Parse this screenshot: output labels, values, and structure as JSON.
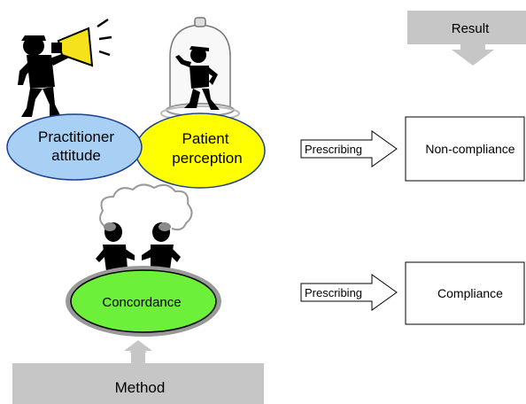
{
  "labels": {
    "result": "Result",
    "method": "Method",
    "practitioner_line1": "Practitioner",
    "practitioner_line2": "attitude",
    "patient_line1": "Patient",
    "patient_line2": "perception",
    "concordance": "Concordance",
    "prescribing_top": "Prescribing",
    "prescribing_bottom": "Prescribing",
    "non_compliance": "Non-compliance",
    "compliance": "Compliance"
  },
  "colors": {
    "practitioner_ellipse": "#a8d0f5",
    "patient_ellipse": "#ffff00",
    "concordance_ellipse": "#6cf03a",
    "banner_gray": "#c6c6c6",
    "figure": "#000000"
  },
  "icons": [
    "megaphone-icon",
    "bell-jar-icon",
    "thought-cloud-icon",
    "person-silhouette-icon"
  ]
}
